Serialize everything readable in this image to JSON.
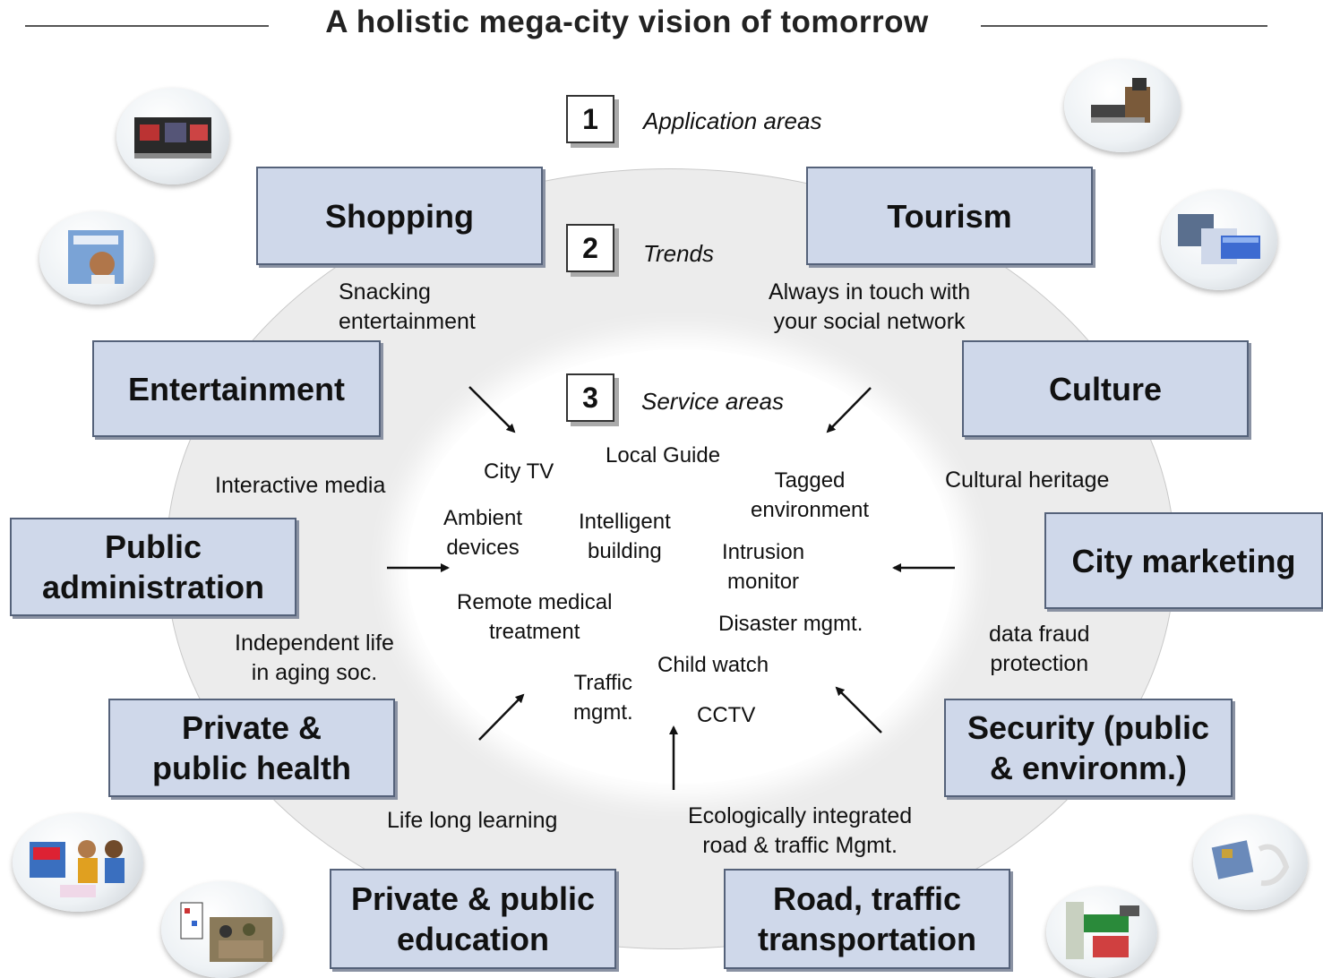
{
  "title": "A holistic mega-city vision of tomorrow",
  "legend": [
    {
      "num": "1",
      "label": "Application areas"
    },
    {
      "num": "2",
      "label": "Trends"
    },
    {
      "num": "3",
      "label": "Service areas"
    }
  ],
  "application_areas": {
    "shopping": "Shopping",
    "tourism": "Tourism",
    "entertainment": "Entertainment",
    "culture": "Culture",
    "public_admin_l1": "Public",
    "public_admin_l2": "administration",
    "city_marketing": "City marketing",
    "health_l1": "Private &",
    "health_l2": "public health",
    "security_l1": "Security (public",
    "security_l2": "& environm.)",
    "education_l1": "Private & public",
    "education_l2": "education",
    "road_l1": "Road, traffic",
    "road_l2": "transportation"
  },
  "trends": {
    "snacking_l1": "Snacking",
    "snacking_l2": "entertainment",
    "social_l1": "Always in touch with",
    "social_l2": "your social network",
    "interactive_media": "Interactive media",
    "cultural_heritage": "Cultural heritage",
    "independent_l1": "Independent life",
    "independent_l2": "in aging soc.",
    "data_fraud_l1": "data fraud",
    "data_fraud_l2": "protection",
    "life_long_learning": "Life long learning",
    "ecological_l1": "Ecologically integrated",
    "ecological_l2": "road & traffic Mgmt."
  },
  "services": {
    "local_guide": "Local Guide",
    "city_tv": "City TV",
    "tagged_l1": "Tagged",
    "tagged_l2": "environment",
    "ambient_l1": "Ambient",
    "ambient_l2": "devices",
    "intelligent_l1": "Intelligent",
    "intelligent_l2": "building",
    "intrusion_l1": "Intrusion",
    "intrusion_l2": "monitor",
    "remote_l1": "Remote medical",
    "remote_l2": "treatment",
    "disaster": "Disaster mgmt.",
    "child_watch": "Child watch",
    "traffic_l1": "Traffic",
    "traffic_l2": "mgmt.",
    "cctv": "CCTV"
  },
  "colors": {
    "box_fill": "#cfd8ea",
    "box_border": "#55627a",
    "ring": "#ececec"
  },
  "icons": [
    "shopping-photo-icon",
    "entertainment-photo-icon",
    "tourism-photo-icon",
    "culture-photo-icon",
    "health-photo-icon",
    "education-photo-icon",
    "security-photo-icon",
    "road-photo-icon"
  ]
}
